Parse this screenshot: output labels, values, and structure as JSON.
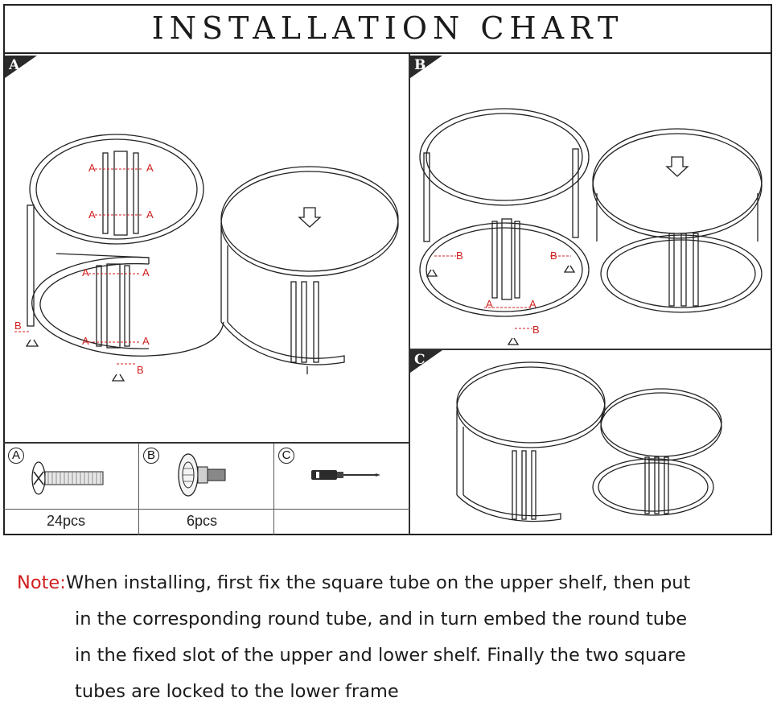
{
  "title": "INSTALLATION CHART",
  "steps": [
    "A",
    "B",
    "C"
  ],
  "callout_labels": {
    "screw": "A",
    "foot": "B"
  },
  "parts": [
    {
      "mark": "A",
      "qty": "24pcs",
      "icon": "screw-icon"
    },
    {
      "mark": "B",
      "qty": "6pcs",
      "icon": "foot-pad-icon"
    },
    {
      "mark": "C",
      "qty": "",
      "icon": "screwdriver-icon"
    }
  ],
  "note": {
    "label": "Note:",
    "lines": [
      "When installing, first fix the square tube on the upper shelf, then put",
      "in the corresponding round tube, and in turn embed the round tube",
      "in the fixed slot of the upper and lower shelf. Finally the two square",
      "tubes are locked to the lower frame"
    ]
  },
  "colors": {
    "callout": "#d11f1f",
    "line": "#222222"
  }
}
